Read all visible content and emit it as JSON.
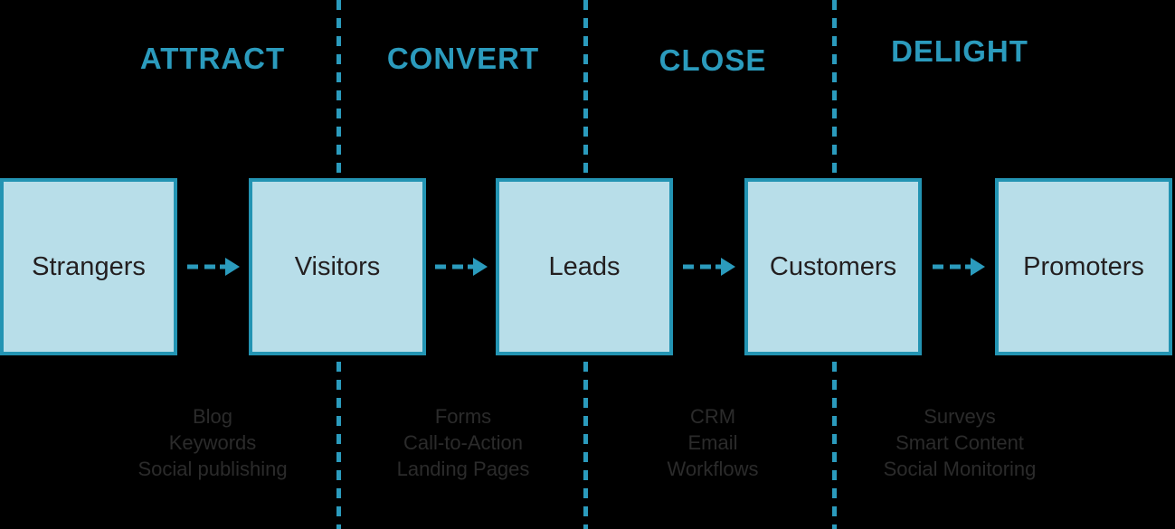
{
  "stages": [
    {
      "label": "ATTRACT",
      "tools": [
        "Blog",
        "Keywords",
        "Social publishing"
      ]
    },
    {
      "label": "CONVERT",
      "tools": [
        "Forms",
        "Call-to-Action",
        "Landing Pages"
      ]
    },
    {
      "label": "CLOSE",
      "tools": [
        "CRM",
        "Email",
        "Workflows"
      ]
    },
    {
      "label": "DELIGHT",
      "tools": [
        "Surveys",
        "Smart Content",
        "Social Monitoring"
      ]
    }
  ],
  "nodes": [
    {
      "label": "Strangers"
    },
    {
      "label": "Visitors"
    },
    {
      "label": "Leads"
    },
    {
      "label": "Customers"
    },
    {
      "label": "Promoters"
    }
  ],
  "colors": {
    "accent_teal": "#2B9BBD",
    "node_border": "#2394B3",
    "node_fill": "#B8DEE9",
    "node_text": "#231F20",
    "tools_text": "#2B2B2B",
    "background": "#000000"
  }
}
